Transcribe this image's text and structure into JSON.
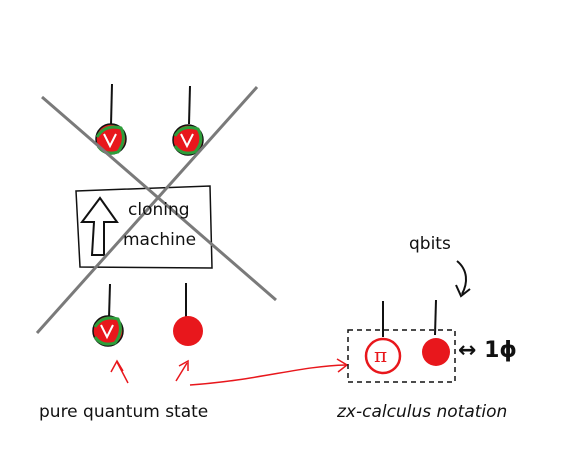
{
  "box": {
    "line1": "cloning",
    "line2": "machine"
  },
  "labels": {
    "qbits": "qbits",
    "pure": "pure quantum state",
    "zx": "zx-calculus notation",
    "pi": "π",
    "phase_rel": "↔ 1ϕ"
  },
  "colors": {
    "red": "#e8171c",
    "green": "#2e9e3a",
    "gray": "#7a7a7a",
    "ink": "#111111"
  }
}
